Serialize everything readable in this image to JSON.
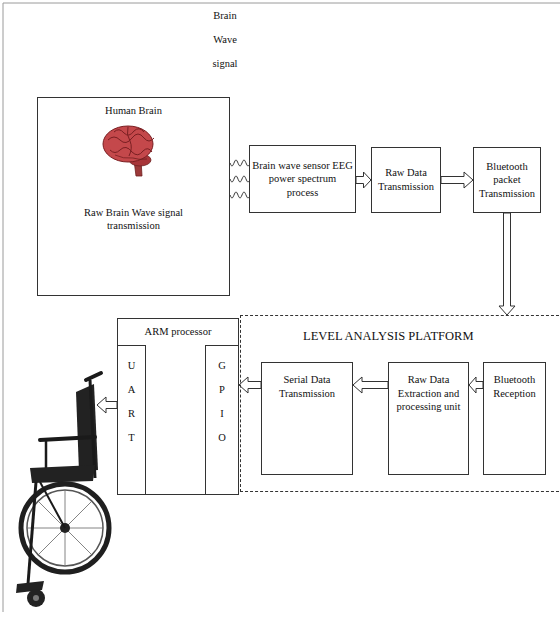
{
  "diagram": {
    "nodes": [
      {
        "text": [
          "Human Brain",
          "Raw Brain Wave signal transmission"
        ]
      },
      {
        "text": [
          "Brain wave sensor EEG power spectrum process"
        ]
      },
      {
        "text": [
          "Raw Data Transmission"
        ]
      },
      {
        "text": [
          "Bluetooth packet Transmission"
        ]
      },
      {
        "text": [
          "ARM processor"
        ]
      },
      {
        "text": [
          "U A R T"
        ],
        "in": 4
      },
      {
        "text": [
          "G P I O"
        ],
        "in": 4
      },
      {
        "text": [
          "LEVEL ANALYSIS PLATFORM"
        ]
      },
      {
        "text": [
          "Serial Data Transmission"
        ],
        "in": 7
      },
      {
        "text": [
          "Raw Data Extraction and processing unit"
        ],
        "in": 7
      },
      {
        "text": [
          "Bluetooth Reception"
        ],
        "in": 7
      }
    ],
    "edges": [
      {
        "from": 0,
        "to": 1,
        "arrow": "none",
        "label": "Brain Wave signal"
      },
      {
        "from": 1,
        "to": 2,
        "arrow": "to"
      },
      {
        "from": 2,
        "to": 3,
        "arrow": "to"
      },
      {
        "from": 3,
        "to": 7,
        "arrow": "to"
      },
      {
        "from": 10,
        "to": 9,
        "arrow": "to"
      },
      {
        "from": 9,
        "to": 8,
        "arrow": "to"
      },
      {
        "from": 8,
        "to": 6,
        "arrow": "to"
      }
    ]
  }
}
